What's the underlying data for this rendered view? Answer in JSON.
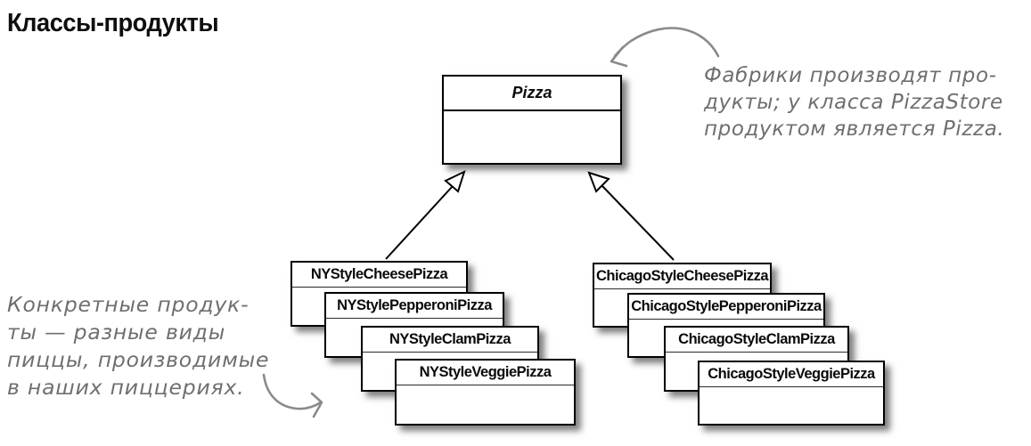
{
  "page": {
    "title": "Классы-продукты"
  },
  "diagram": {
    "type": "uml-class-diagram",
    "parent_class": {
      "name": "Pizza"
    },
    "ny_products": [
      {
        "name": "NYStyleCheesePizza"
      },
      {
        "name": "NYStylePepperoniPizza"
      },
      {
        "name": "NYStyleClamPizza"
      },
      {
        "name": "NYStyleVeggiePizza"
      }
    ],
    "chicago_products": [
      {
        "name": "ChicagoStyleCheesePizza"
      },
      {
        "name": "ChicagoStylePepperoniPizza"
      },
      {
        "name": "ChicagoStyleClamPizza"
      },
      {
        "name": "ChicagoStyleVeggiePizza"
      }
    ],
    "relationships": [
      {
        "from": "NYStyleCheesePizza",
        "to": "Pizza",
        "type": "inheritance"
      },
      {
        "from": "ChicagoStyleCheesePizza",
        "to": "Pizza",
        "type": "inheritance"
      }
    ]
  },
  "annotations": {
    "factory_note": {
      "line1": "Фабрики производят про-",
      "line2": "дукты; у класса PizzaStore",
      "line3": "продуктом является Pizza."
    },
    "products_note": {
      "line1": "Конкретные продук-",
      "line2": "ты — разные виды",
      "line3": "пиццы, производимые",
      "line4": "в наших пиццериях."
    }
  },
  "colors": {
    "background": "#ffffff",
    "box_fill": "#ffffff",
    "box_border": "#000000",
    "annotation_ink": "#6f6f6f",
    "arrow_ink": "#8a8a8a"
  }
}
